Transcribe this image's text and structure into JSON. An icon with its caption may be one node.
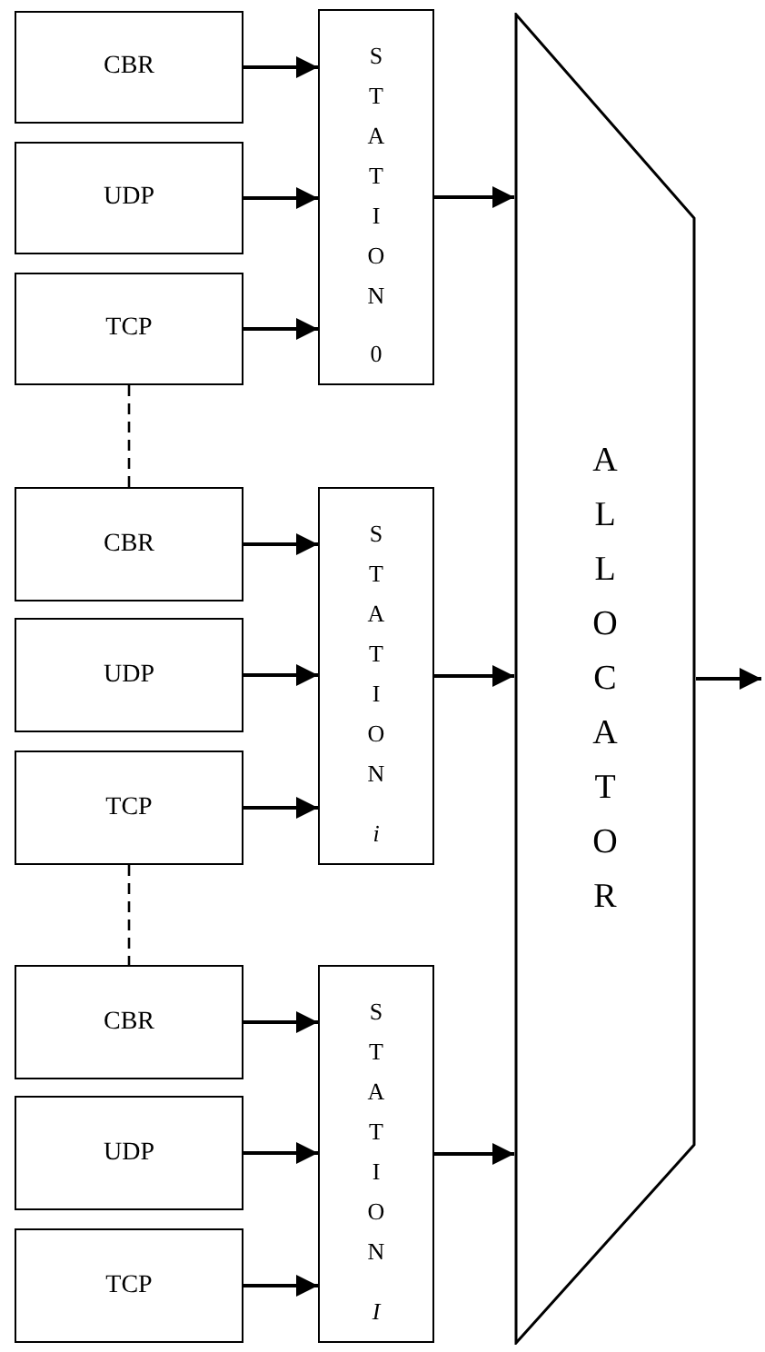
{
  "diagram": {
    "nodes": [
      {
        "text": [
          "CBR"
        ]
      },
      {
        "text": [
          "UDP"
        ]
      },
      {
        "text": [
          "TCP"
        ]
      },
      {
        "text": [
          "STATION",
          "0"
        ]
      },
      {
        "text": [
          "CBR"
        ]
      },
      {
        "text": [
          "UDP"
        ]
      },
      {
        "text": [
          "TCP"
        ]
      },
      {
        "text": [
          "STATION",
          "*i*"
        ]
      },
      {
        "text": [
          "CBR"
        ]
      },
      {
        "text": [
          "UDP"
        ]
      },
      {
        "text": [
          "TCP"
        ]
      },
      {
        "text": [
          "STATION",
          "*I*"
        ]
      },
      {
        "text": [
          "ALLOCATOR"
        ]
      }
    ],
    "edges": [
      {
        "from": 0,
        "to": 3,
        "arrow": "to"
      },
      {
        "from": 1,
        "to": 3,
        "arrow": "to"
      },
      {
        "from": 2,
        "to": 3,
        "arrow": "to"
      },
      {
        "from": 2,
        "to": 4,
        "arrow": "none",
        "style": "dashed"
      },
      {
        "from": 4,
        "to": 7,
        "arrow": "to"
      },
      {
        "from": 5,
        "to": 7,
        "arrow": "to"
      },
      {
        "from": 6,
        "to": 7,
        "arrow": "to"
      },
      {
        "from": 6,
        "to": 8,
        "arrow": "none",
        "style": "dashed"
      },
      {
        "from": 8,
        "to": 11,
        "arrow": "to"
      },
      {
        "from": 9,
        "to": 11,
        "arrow": "to"
      },
      {
        "from": 10,
        "to": 11,
        "arrow": "to"
      },
      {
        "from": 3,
        "to": 12,
        "arrow": "to"
      },
      {
        "from": 7,
        "to": 12,
        "arrow": "to"
      },
      {
        "from": 11,
        "to": 12,
        "arrow": "to"
      },
      {
        "from": 12,
        "to": null,
        "arrow": "to"
      }
    ]
  }
}
